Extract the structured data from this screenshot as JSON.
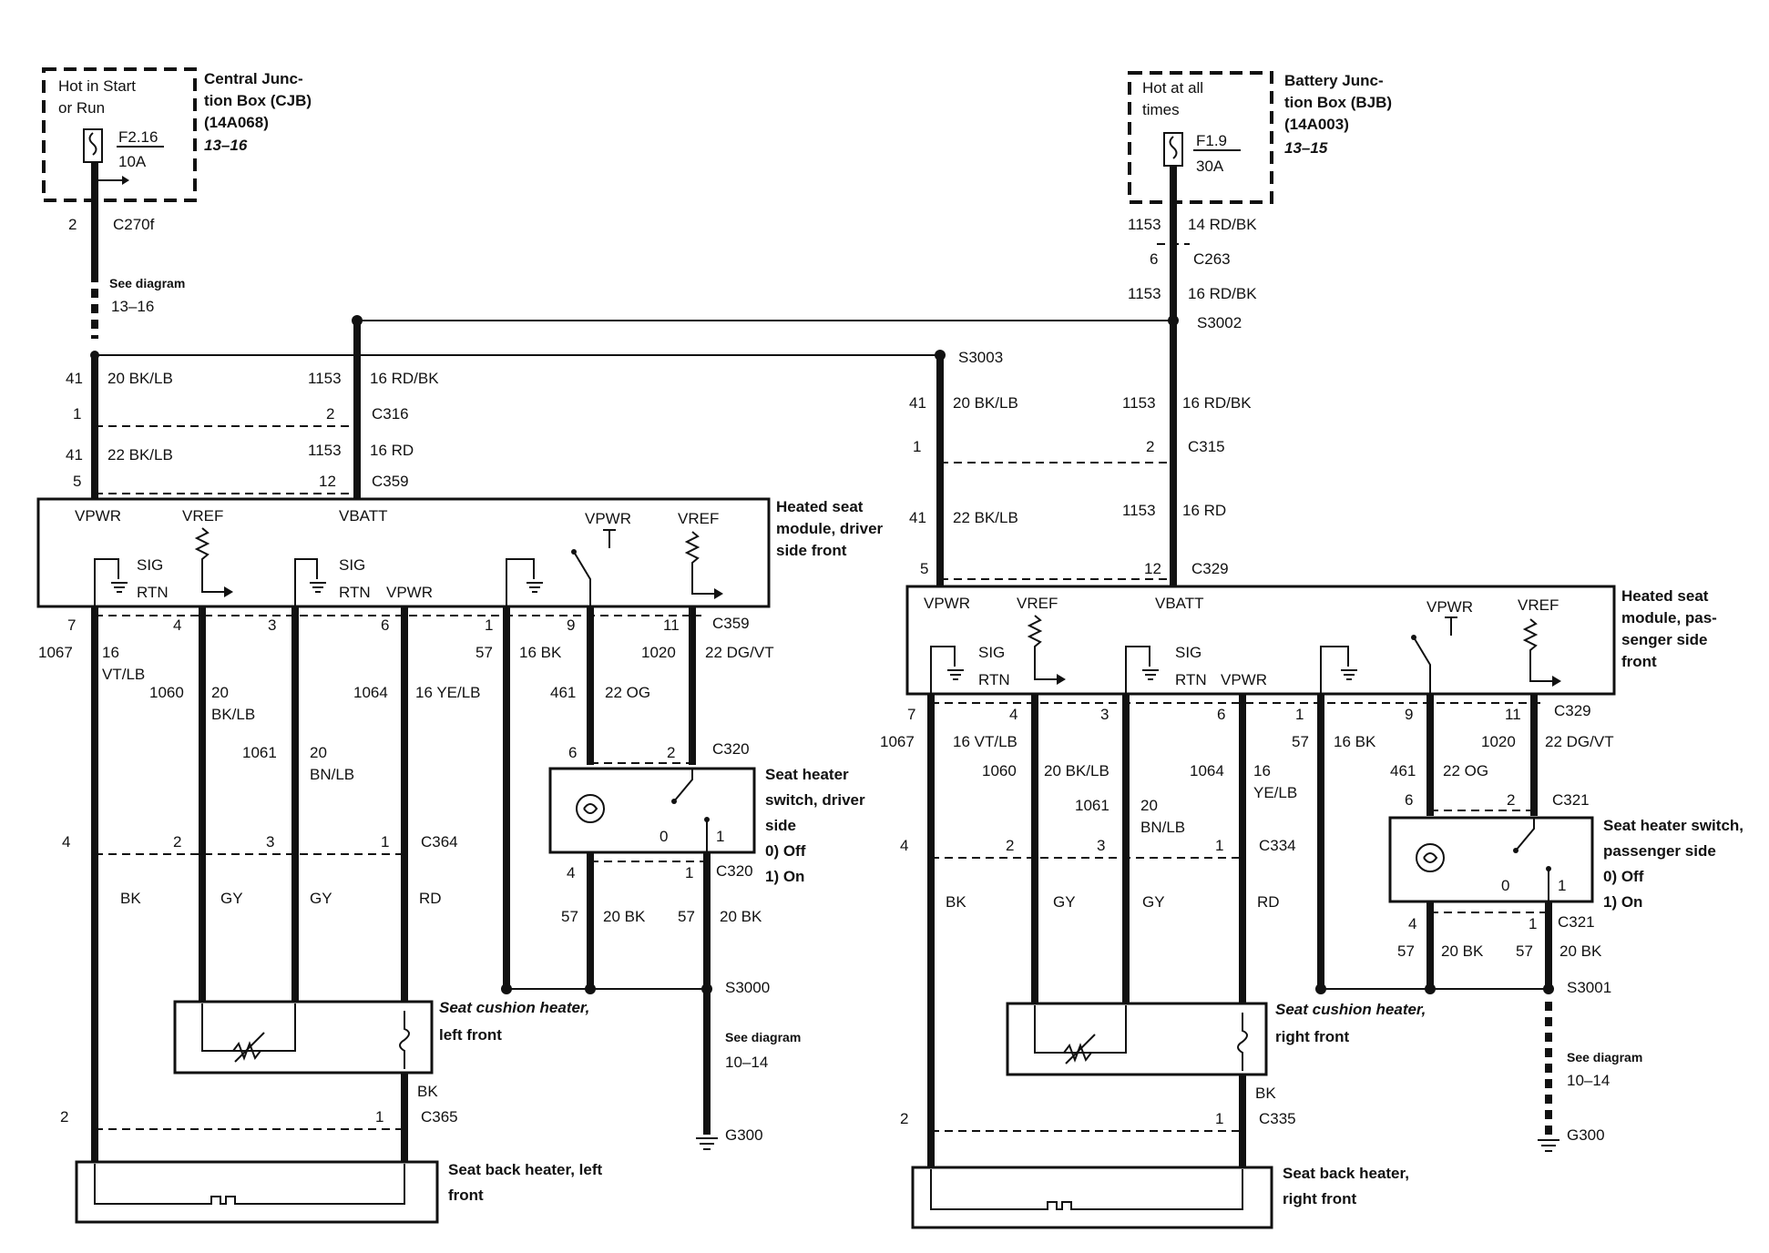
{
  "left_header": {
    "fuse_box_note": [
      "Hot in Start",
      "or Run"
    ],
    "fuse": [
      "F2.16",
      "10A"
    ],
    "box_name": [
      "Central Junc-",
      "tion Box (CJB)",
      "(14A068)"
    ],
    "box_ref": "13–16",
    "conn_pin": "2",
    "conn": "C270f",
    "see": [
      "See diagram",
      "13–16"
    ]
  },
  "right_header": {
    "fuse_box_note": [
      "Hot at all",
      "times"
    ],
    "fuse": [
      "F1.9",
      "30A"
    ],
    "box_name": [
      "Battery Junc-",
      "tion Box (BJB)",
      "(14A003)"
    ],
    "box_ref": "13–15",
    "c1": "1153",
    "w1": "14 RD/BK",
    "pin6": "6",
    "c263": "C263",
    "c2": "1153",
    "w2": "16 RD/BK",
    "splice": "S3002"
  },
  "driver_side": {
    "s3003": "S3003",
    "c41a": "41",
    "w41a": "20 BK/LB",
    "c1153a": "1153",
    "w1153a": "16 RD/BK",
    "p1": "1",
    "p2": "2",
    "c316": "C316",
    "c41b": "41",
    "w41b": "22 BK/LB",
    "c1153b": "1153",
    "w1153b": "16 RD",
    "p5": "5",
    "p12": "12",
    "c359": "C359",
    "module_name": [
      "Heated seat",
      "module, driver",
      "side front"
    ],
    "vpwr": "VPWR",
    "vref": "VREF",
    "vbatt": "VBATT",
    "vpwr2": "VPWR",
    "vref2": "VREF",
    "sig": "SIG",
    "rtn": "RTN",
    "sig2": "SIG",
    "rtn2": "RTN",
    "vpwr3": "VPWR",
    "pins": [
      "7",
      "4",
      "3",
      "6",
      "1",
      "9",
      "11"
    ],
    "c359b": "C359",
    "c1067": "1067",
    "w1067": [
      "16",
      "VT/LB"
    ],
    "c1060": "1060",
    "w1060": [
      "20",
      "BK/LB"
    ],
    "c1061": "1061",
    "w1061": [
      "20",
      "BN/LB"
    ],
    "c1064": "1064",
    "w1064": "16 YE/LB",
    "c57": "57",
    "w57": "16 BK",
    "c1020": "1020",
    "w1020": "22 DG/VT",
    "c461": "461",
    "w461": "22 OG",
    "sw_p6": "6",
    "sw_p2": "2",
    "c320": "C320",
    "switch_name": [
      "Seat heater",
      "switch, driver",
      "side"
    ],
    "sw_off": "0)   Off",
    "sw_on": "1)   On",
    "sw_pos0": "0",
    "sw_pos1": "1",
    "c364_pins": [
      "4",
      "2",
      "3",
      "1"
    ],
    "c364": "C364",
    "colors": [
      "BK",
      "GY",
      "GY",
      "RD"
    ],
    "sw_p4": "4",
    "sw_p1": "1",
    "c320b": "C320",
    "g57a": "57",
    "gw_a": "20 BK",
    "g57b": "57",
    "gw_b": "20 BK",
    "s3000": "S3000",
    "see": [
      "See diagram",
      "10–14"
    ],
    "ground": "G300",
    "cushion_name": [
      "Seat cushion heater,",
      "left front"
    ],
    "bk": "BK",
    "c365_pins": [
      "2",
      "1"
    ],
    "c365": "C365",
    "back_name": [
      "Seat back heater, left",
      "front"
    ]
  },
  "passenger_side": {
    "c41a": "41",
    "w41a": "20 BK/LB",
    "c1153a": "1153",
    "w1153a": "16 RD/BK",
    "p1": "1",
    "p2": "2",
    "c315": "C315",
    "c41b": "41",
    "w41b": "22 BK/LB",
    "c1153b": "1153",
    "w1153b": "16 RD",
    "p5": "5",
    "p12": "12",
    "c329": "C329",
    "module_name": [
      "Heated seat",
      "module, pas-",
      "senger side",
      "front"
    ],
    "vpwr": "VPWR",
    "vref": "VREF",
    "vbatt": "VBATT",
    "vpwr2": "VPWR",
    "vref2": "VREF",
    "sig": "SIG",
    "rtn": "RTN",
    "sig2": "SIG",
    "rtn2": "RTN",
    "vpwr3": "VPWR",
    "pins": [
      "7",
      "4",
      "3",
      "6",
      "1",
      "9",
      "11"
    ],
    "c329b": "C329",
    "c1067": "1067",
    "w1067": "16 VT/LB",
    "c1060": "1060",
    "w1060": "20 BK/LB",
    "c1061": "1061",
    "w1061": [
      "20",
      "BN/LB"
    ],
    "c1064": "1064",
    "w1064": [
      "16",
      "YE/LB"
    ],
    "c57": "57",
    "w57": "16 BK",
    "c1020": "1020",
    "w1020": "22 DG/VT",
    "c461": "461",
    "w461": "22 OG",
    "sw_p6": "6",
    "sw_p2": "2",
    "c321": "C321",
    "switch_name": [
      "Seat heater switch,",
      "passenger side"
    ],
    "sw_off": "0)   Off",
    "sw_on": "1)   On",
    "sw_pos0": "0",
    "sw_pos1": "1",
    "c334_pins": [
      "4",
      "2",
      "3",
      "1"
    ],
    "c334": "C334",
    "colors": [
      "BK",
      "GY",
      "GY",
      "RD"
    ],
    "sw_p4": "4",
    "sw_p1": "1",
    "c321b": "C321",
    "g57a": "57",
    "gw_a": "20 BK",
    "g57b": "57",
    "gw_b": "20 BK",
    "s3001": "S3001",
    "see": [
      "See diagram",
      "10–14"
    ],
    "ground": "G300",
    "cushion_name": [
      "Seat cushion heater,",
      "right front"
    ],
    "bk": "BK",
    "c335_pins": [
      "2",
      "1"
    ],
    "c335": "C335",
    "back_name": [
      "Seat back heater,",
      "right front"
    ]
  }
}
